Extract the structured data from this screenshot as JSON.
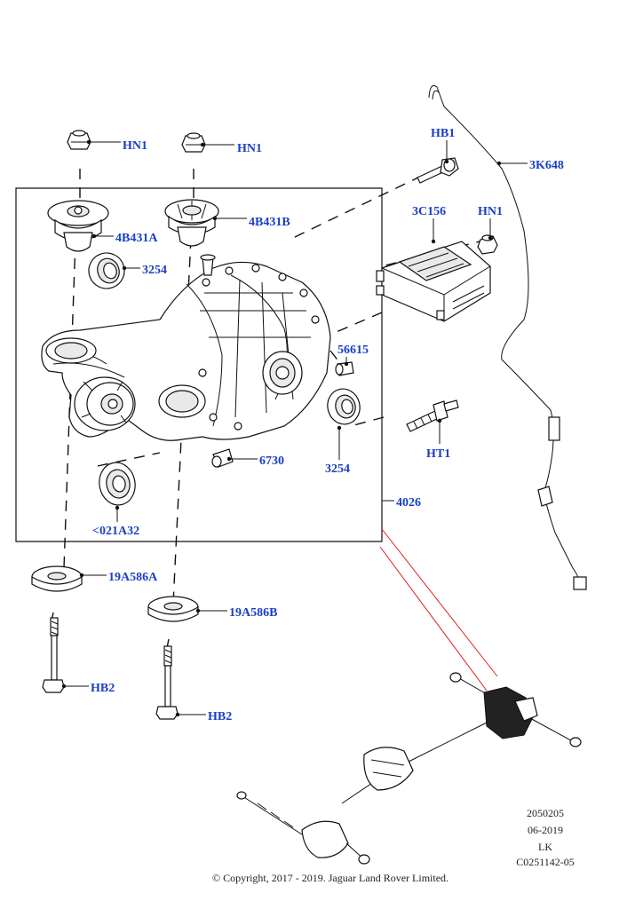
{
  "callouts": {
    "hn1_left": "HN1",
    "hn1_center": "HN1",
    "hb1": "HB1",
    "k648": "3K648",
    "c156": "3C156",
    "hn1_right": "HN1",
    "b431a": "4B431A",
    "b431b": "4B431B",
    "seal_left": "3254",
    "n56615": "56615",
    "seal_right": "3254",
    "n6730": "6730",
    "ht1": "HT1",
    "a021": "<021A32",
    "n4026": "4026",
    "a586a": "19A586A",
    "a586b": "19A586B",
    "hb2_left": "HB2",
    "hb2_right": "HB2"
  },
  "meta": {
    "code": "2050205",
    "date": "06-2019",
    "author": "LK",
    "ref": "C0251142-05"
  },
  "copyright": "© Copyright, 2017 - 2019. Jaguar Land Rover Limited.",
  "colors": {
    "callout_text": "#1a3fc4",
    "highlight_line": "#e02020"
  }
}
